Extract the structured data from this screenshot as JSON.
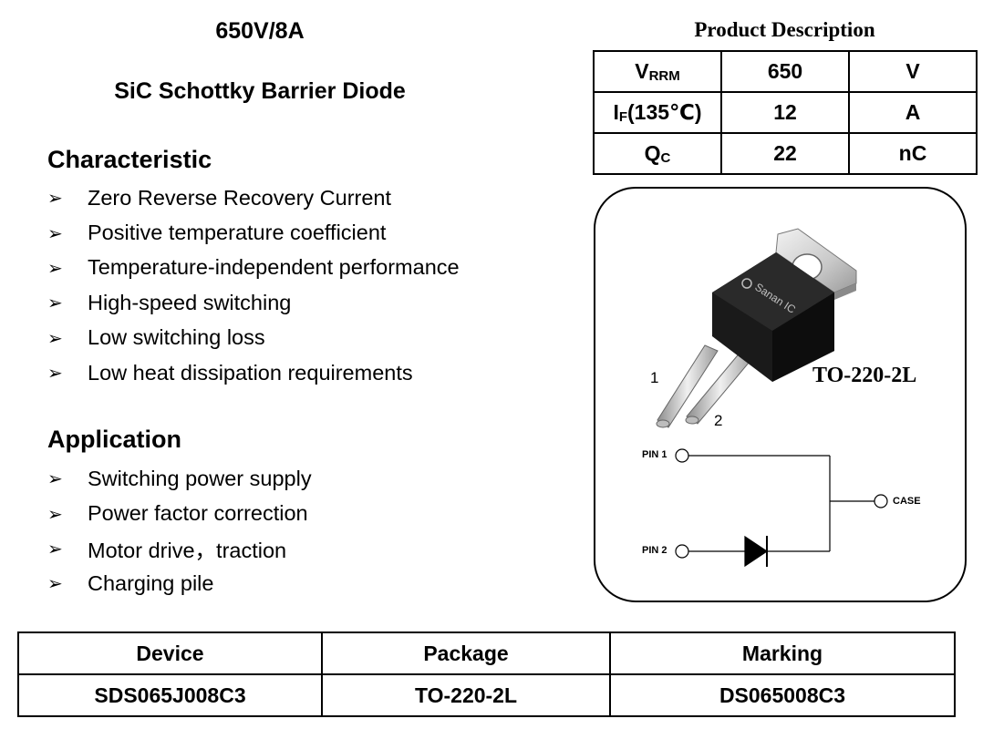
{
  "header": {
    "rating": "650V/8A",
    "device_type": "SiC Schottky Barrier Diode"
  },
  "characteristic": {
    "heading": "Characteristic",
    "items": [
      "Zero Reverse Recovery Current",
      "Positive temperature coefficient",
      "Temperature-independent performance",
      "High-speed switching",
      "Low switching loss",
      "Low heat dissipation requirements"
    ]
  },
  "application": {
    "heading": "Application",
    "items": [
      "Switching power supply",
      "Power factor correction",
      "Motor drive，traction",
      "Charging pile"
    ]
  },
  "bullet_symbol": "➢",
  "product_description": {
    "title": "Product Description",
    "rows": [
      {
        "param": "V",
        "param_sub": "RRM",
        "param_suffix": "",
        "value": "650",
        "unit": "V"
      },
      {
        "param": "I",
        "param_sub": "F",
        "param_suffix": "(135℃)",
        "value": "12",
        "unit": "A"
      },
      {
        "param": "Q",
        "param_sub": "C",
        "param_suffix": "",
        "value": "22",
        "unit": "nC"
      }
    ]
  },
  "package": {
    "name": "TO-220-2L",
    "brand": "Sanan IC",
    "pin1_number": "1",
    "pin2_number": "2",
    "pin1_label": "PIN 1",
    "pin2_label": "PIN 2",
    "case_label": "CASE"
  },
  "device_table": {
    "headers": [
      "Device",
      "Package",
      "Marking"
    ],
    "row": [
      "SDS065J008C3",
      "TO-220-2L",
      "DS065008C3"
    ]
  }
}
